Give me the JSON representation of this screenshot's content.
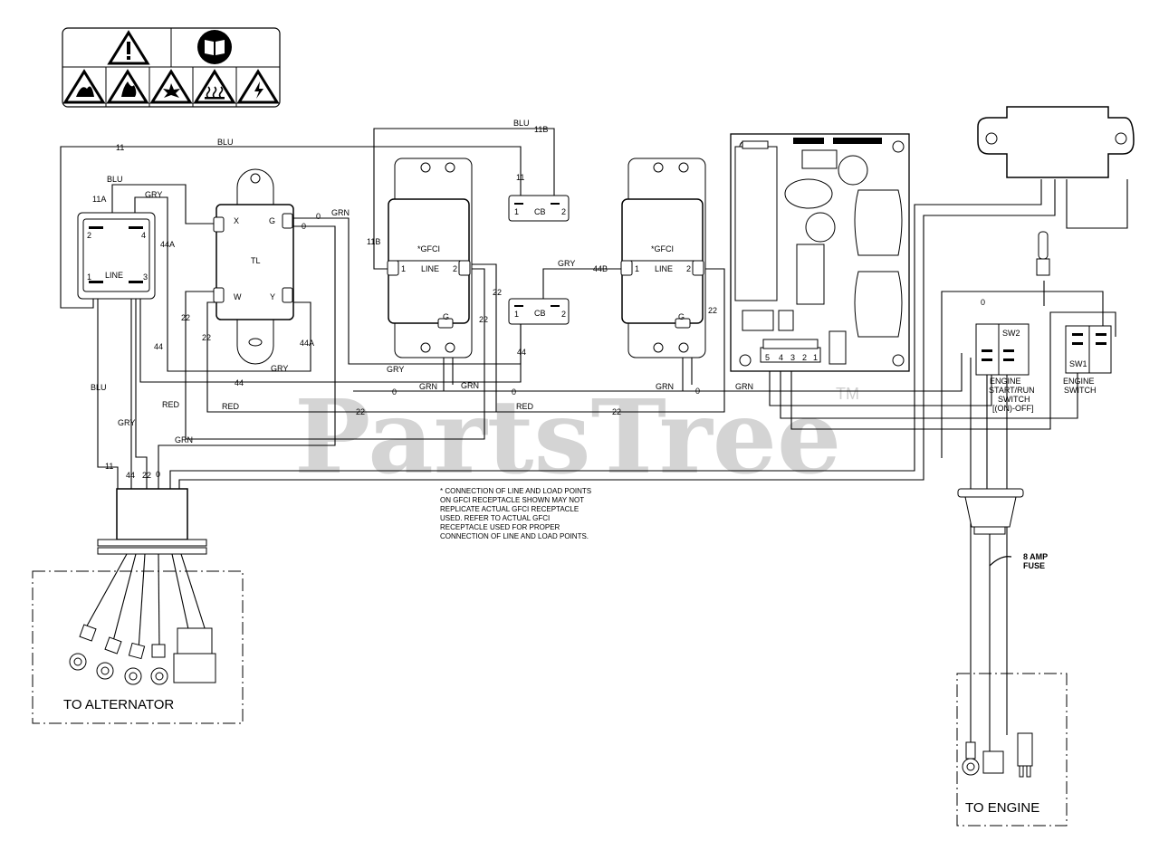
{
  "watermark": {
    "text": "PartsTree",
    "tm": "TM"
  },
  "components": {
    "line_switch": "LINE",
    "tl": "TL",
    "gfci_1": {
      "title": "*GFCI",
      "line": "LINE"
    },
    "gfci_2": {
      "title": "*GFCI",
      "line": "LINE"
    },
    "cb": "CB",
    "sw2": "SW2",
    "sw1": "SW1",
    "engine_start_run_switch": [
      "ENGINE",
      "START/RUN",
      "SWITCH",
      "[(ON)-OFF]"
    ],
    "engine_switch": [
      "ENGINE",
      "SWITCH"
    ],
    "fuse": [
      "8 AMP",
      "FUSE"
    ],
    "to_alternator": "TO ALTERNATOR",
    "to_engine": "TO ENGINE"
  },
  "terminals": {
    "one": "1",
    "two": "2",
    "three": "3",
    "four": "4",
    "five": "5",
    "x": "X",
    "g": "G",
    "w": "W",
    "y": "Y"
  },
  "wires": {
    "w0": "0",
    "w11": "11",
    "w11a": "11A",
    "w11b": "11B",
    "w22": "22",
    "w44": "44",
    "w44a": "44A",
    "w44b": "44B",
    "blu": "BLU",
    "gry": "GRY",
    "grn": "GRN",
    "red": "RED"
  },
  "note": "* CONNECTION OF LINE AND LOAD POINTS  ON GFCI  RECEPTACLE SHOWN MAY NOT REPLICATE ACTUAL GFCI RECEPTACLE USED.  REFER TO ACTUAL GFCI RECEPTACLE USED FOR PROPER CONNECTION OF LINE AND LOAD POINTS.",
  "icons": {
    "warning": "warning-triangle-icon",
    "manual": "read-manual-icon",
    "hazards": [
      "toxic-fumes-icon",
      "fire-hazard-icon",
      "explosion-hazard-icon",
      "hot-surface-icon",
      "electric-shock-icon"
    ]
  },
  "colors": {
    "line": "#000000",
    "watermark": "#d4d4d4"
  }
}
